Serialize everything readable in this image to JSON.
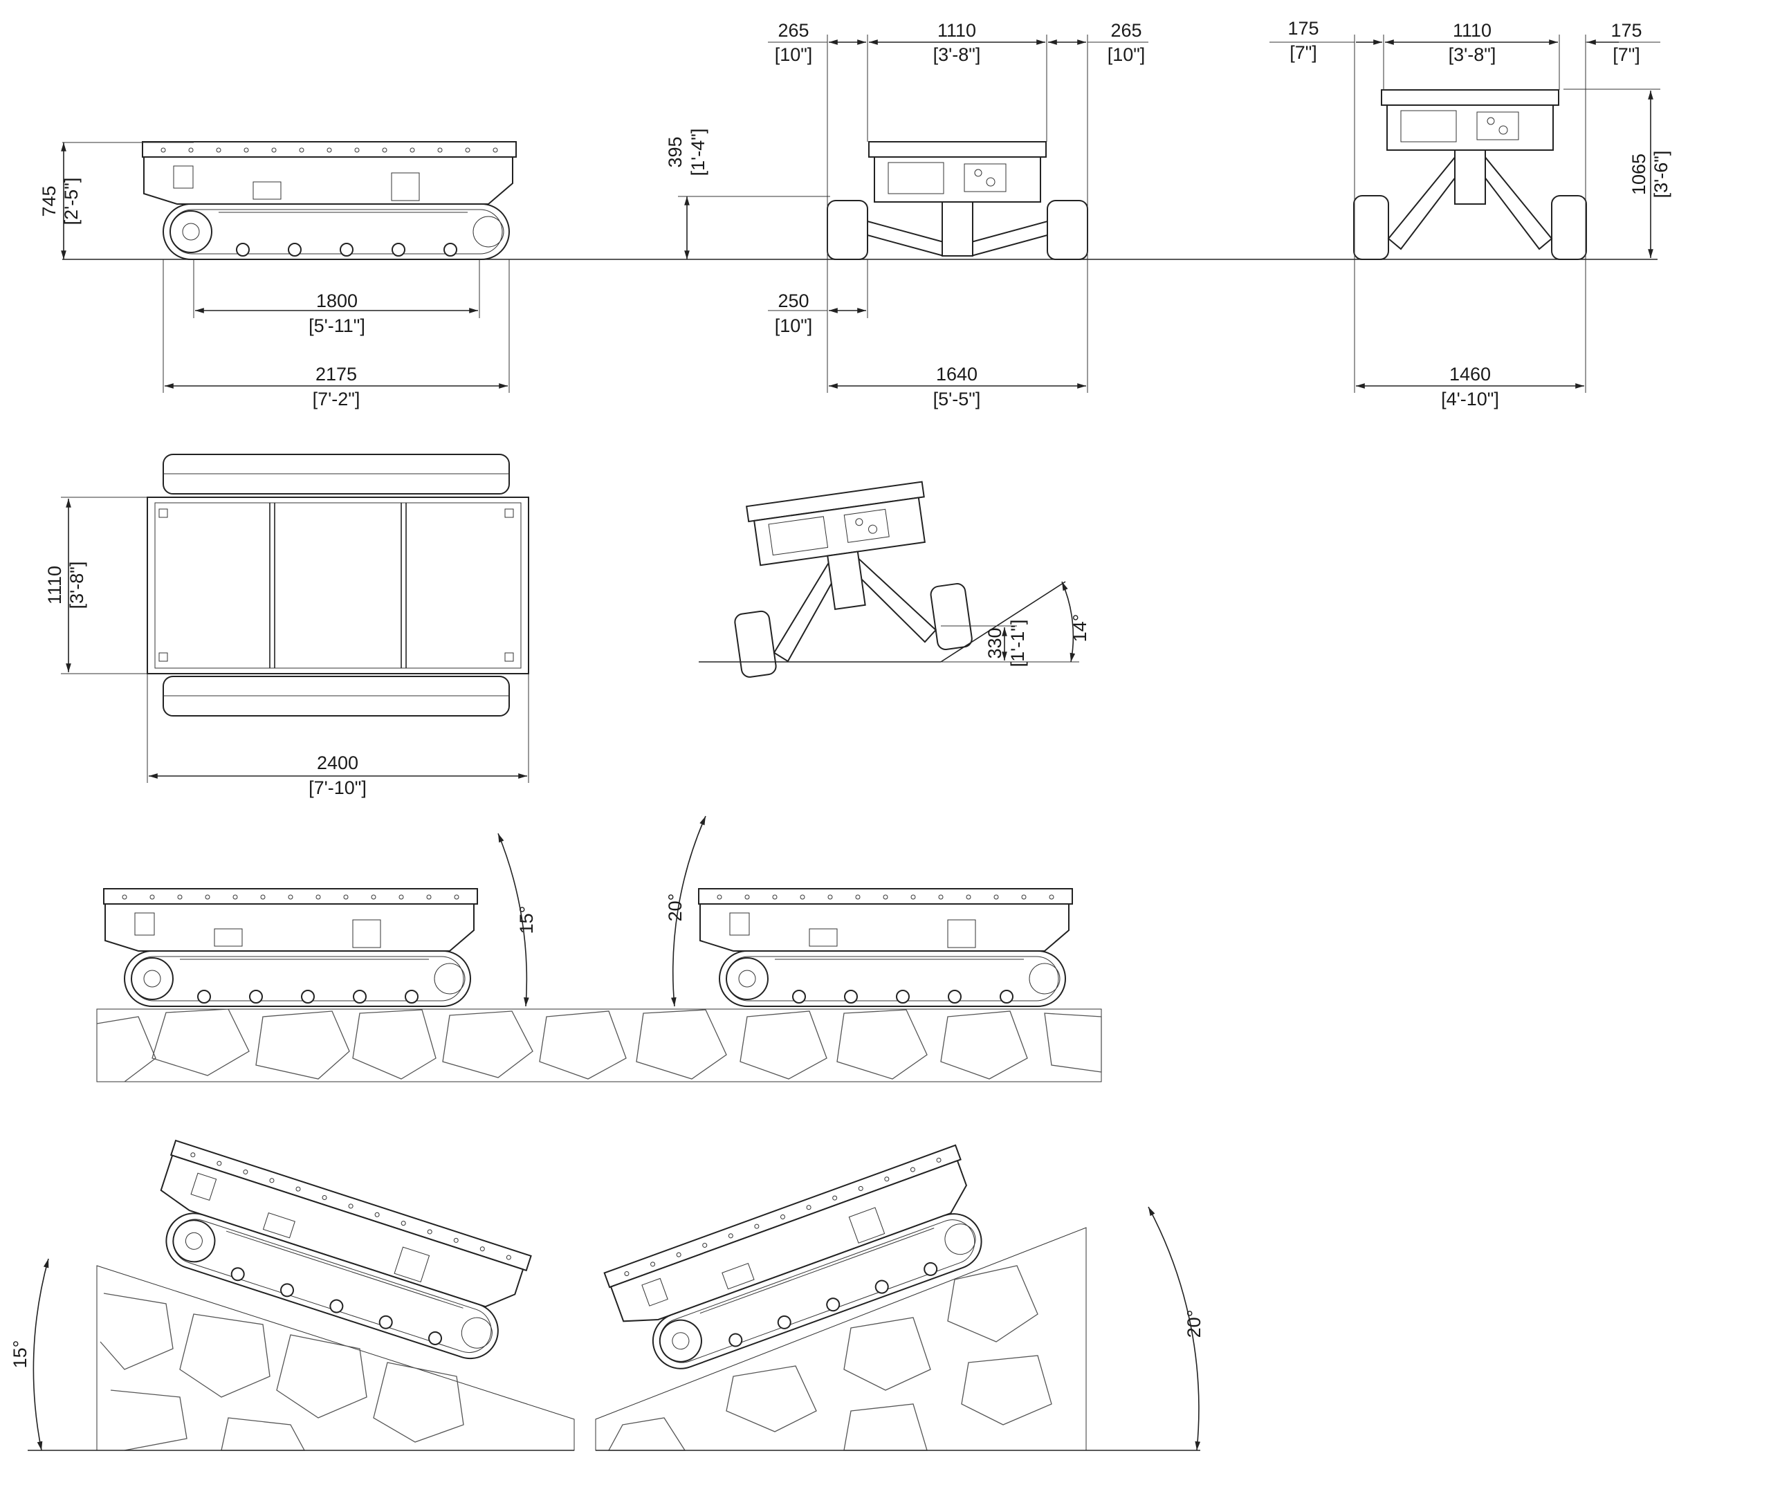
{
  "side_view": {
    "height": {
      "mm": "745",
      "imperial": "[2'-5\"]"
    },
    "track_contact": {
      "mm": "1800",
      "imperial": "[5'-11\"]"
    },
    "overall_length": {
      "mm": "2175",
      "imperial": "[7'-2\"]"
    },
    "ground_clearance_deck": {
      "mm": "395",
      "imperial": "[1'-4\"]"
    }
  },
  "front_view": {
    "left_offset": {
      "mm": "265",
      "imperial": "[10\"]"
    },
    "deck_width": {
      "mm": "1110",
      "imperial": "[3'-8\"]"
    },
    "right_offset": {
      "mm": "265",
      "imperial": "[10\"]"
    },
    "track_width": {
      "mm": "250",
      "imperial": "[10\"]"
    },
    "overall_width": {
      "mm": "1640",
      "imperial": "[5'-5\"]"
    }
  },
  "rear_view_raised": {
    "left_offset": {
      "mm": "175",
      "imperial": "[7\"]"
    },
    "deck_width": {
      "mm": "1110",
      "imperial": "[3'-8\"]"
    },
    "right_offset": {
      "mm": "175",
      "imperial": "[7\"]"
    },
    "height": {
      "mm": "1065",
      "imperial": "[3'-6\"]"
    },
    "overall_width": {
      "mm": "1460",
      "imperial": "[4'-10\"]"
    }
  },
  "top_view": {
    "width": {
      "mm": "1110",
      "imperial": "[3'-8\"]"
    },
    "length": {
      "mm": "2400",
      "imperial": "[7'-10\"]"
    }
  },
  "side_slope_view": {
    "step": {
      "mm": "330",
      "imperial": "[1'-1\"]"
    },
    "angle": "14°"
  },
  "tilt_views": {
    "deck_tilt_forward": "15°",
    "deck_tilt_backward": "20°"
  },
  "slope_views": {
    "downhill": "15°",
    "uphill": "20°"
  }
}
